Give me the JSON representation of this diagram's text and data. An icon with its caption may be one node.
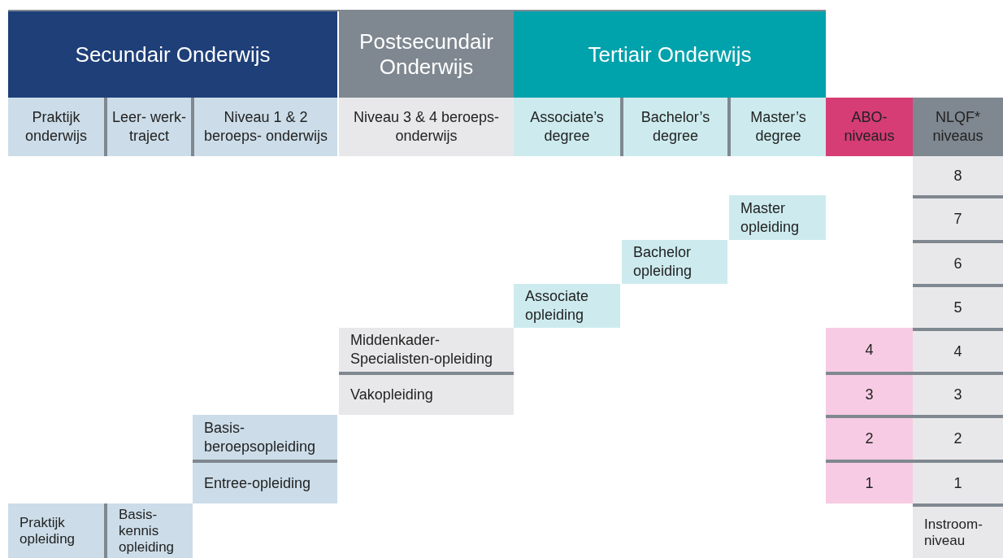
{
  "diagram": {
    "nodes": [
      {
        "text": [
          "Secundair Onderwijs"
        ]
      },
      {
        "text": [
          "Postsecundair Onderwijs"
        ]
      },
      {
        "text": [
          "Tertiair Onderwijs"
        ]
      },
      {
        "text": [
          "Praktijk onderwijs"
        ]
      },
      {
        "text": [
          "Leer- werk- traject"
        ]
      },
      {
        "text": [
          "Niveau 1 & 2 beroeps- onderwijs"
        ]
      },
      {
        "text": [
          "Niveau 3 & 4 beroeps- onderwijs"
        ]
      },
      {
        "text": [
          "Associate’s degree"
        ]
      },
      {
        "text": [
          "Bachelor’s degree"
        ]
      },
      {
        "text": [
          "Master’s degree"
        ]
      },
      {
        "text": [
          "ABO- niveaus"
        ]
      },
      {
        "text": [
          "NLQF* niveaus"
        ]
      },
      {
        "text": [
          "8"
        ]
      },
      {
        "text": [
          "Master opleiding"
        ]
      },
      {
        "text": [
          "7"
        ]
      },
      {
        "text": [
          "Bachelor opleiding"
        ]
      },
      {
        "text": [
          "6"
        ]
      },
      {
        "text": [
          "Associate opleiding"
        ]
      },
      {
        "text": [
          "5"
        ]
      },
      {
        "text": [
          "Middenkader- Specialisten-opleiding"
        ]
      },
      {
        "text": [
          "4"
        ]
      },
      {
        "text": [
          "4"
        ]
      },
      {
        "text": [
          "Vakopleiding"
        ]
      },
      {
        "text": [
          "3"
        ]
      },
      {
        "text": [
          "3"
        ]
      },
      {
        "text": [
          "Basis- beroepsopleiding"
        ]
      },
      {
        "text": [
          "2"
        ]
      },
      {
        "text": [
          "2"
        ]
      },
      {
        "text": [
          "Entree-opleiding"
        ]
      },
      {
        "text": [
          "1"
        ]
      },
      {
        "text": [
          "1"
        ]
      },
      {
        "text": [
          "Praktijk opleiding"
        ]
      },
      {
        "text": [
          "Basis- kennis opleiding"
        ]
      },
      {
        "text": [
          "Instroom- niveau"
        ]
      }
    ]
  }
}
